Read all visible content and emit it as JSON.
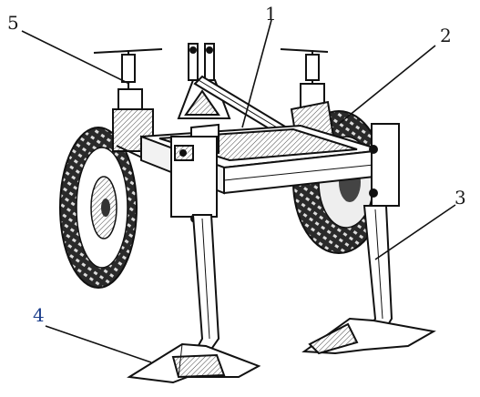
{
  "figure": {
    "callouts": [
      {
        "id": "1",
        "label": "1"
      },
      {
        "id": "2",
        "label": "2"
      },
      {
        "id": "3",
        "label": "3"
      },
      {
        "id": "4",
        "label": "4"
      },
      {
        "id": "5",
        "label": "5"
      }
    ]
  },
  "colors": {
    "ink": "#1a1a1a",
    "paper": "#ffffff",
    "shade": "#555555",
    "callout_4": "#1c3f8c"
  }
}
